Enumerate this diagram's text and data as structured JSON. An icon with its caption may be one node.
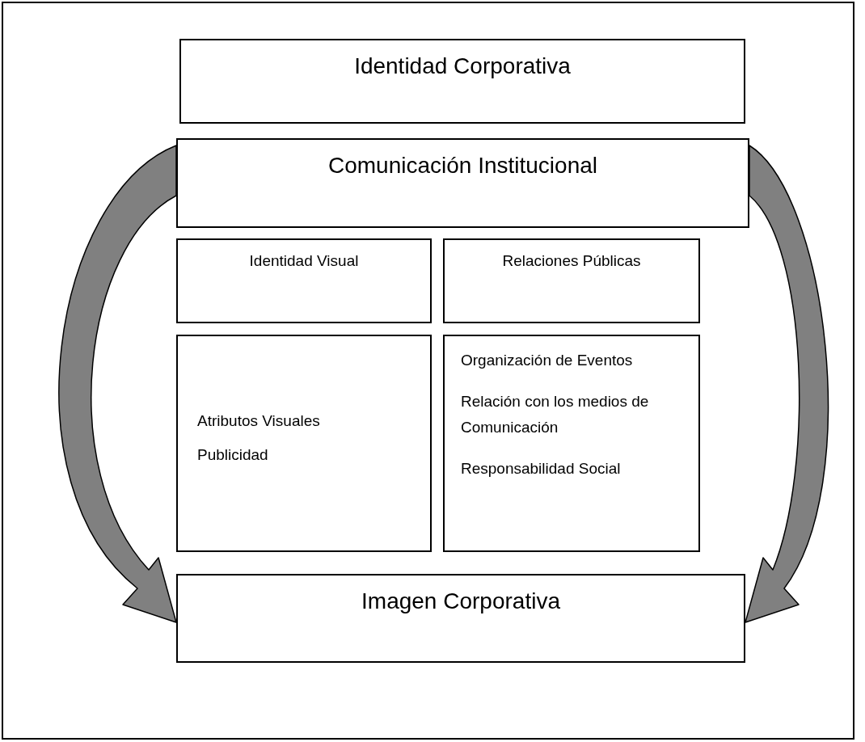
{
  "diagram": {
    "nodes": [
      {
        "text": [
          "Identidad Corporativa"
        ]
      },
      {
        "text": [
          "Comunicación Institucional"
        ]
      },
      {
        "text": [
          "Identidad Visual"
        ]
      },
      {
        "text": [
          "Relaciones Públicas"
        ]
      },
      {
        "text": [
          "Atributos Visuales",
          "Publicidad"
        ]
      },
      {
        "text": [
          "Organización de Eventos",
          "Relación con los medios de Comunicación",
          "Responsabilidad Social"
        ]
      },
      {
        "text": [
          "Imagen Corporativa"
        ]
      }
    ],
    "edges": [
      {
        "from": 1,
        "to": 6,
        "arrow": "to",
        "style": "thick"
      },
      {
        "from": 1,
        "to": 6,
        "arrow": "to",
        "style": "thick"
      }
    ]
  }
}
